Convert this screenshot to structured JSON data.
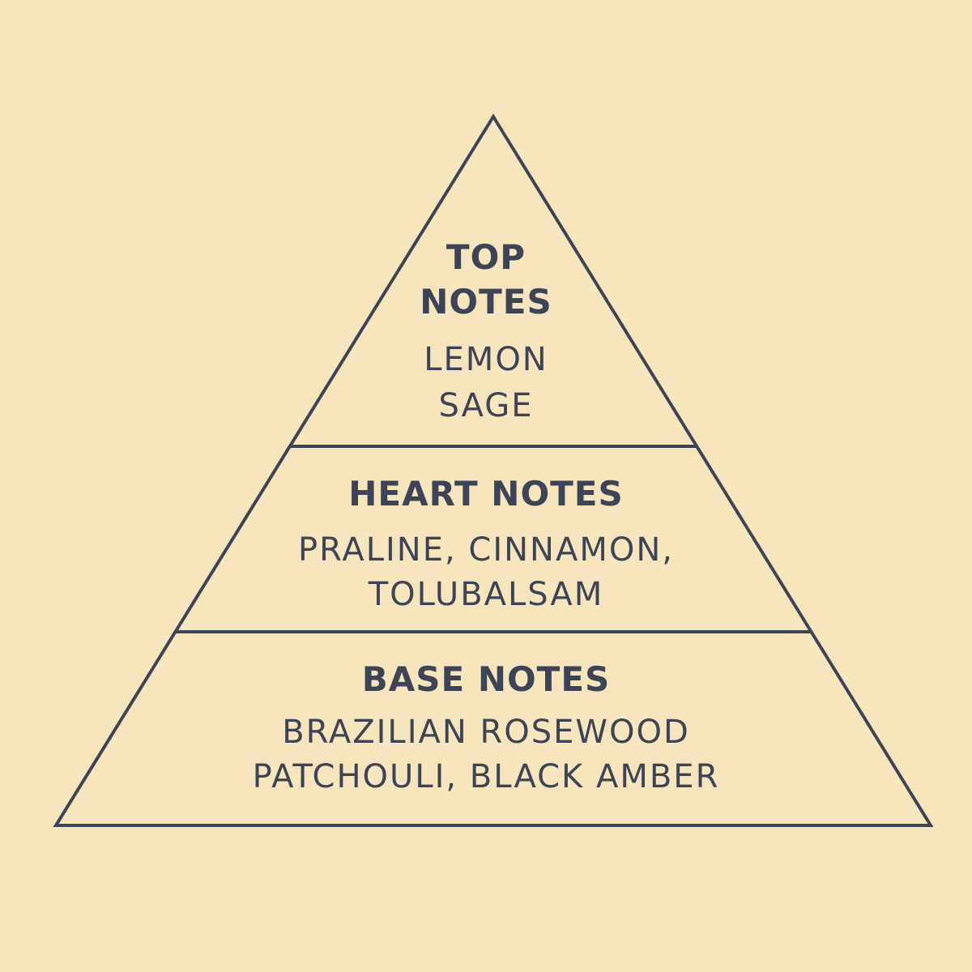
{
  "colors": {
    "background": "#f6e5bd",
    "line": "#3d4455",
    "text": "#3d4455"
  },
  "tiers": {
    "top": {
      "heading_line1": "TOP",
      "heading_line2": "NOTES",
      "notes_line1": "LEMON",
      "notes_line2": "SAGE"
    },
    "heart": {
      "heading": "HEART NOTES",
      "notes_line1": "PRALINE, CINNAMON,",
      "notes_line2": "TOLUBALSAM"
    },
    "base": {
      "heading": "BASE NOTES",
      "notes_line1": "BRAZILIAN ROSEWOOD",
      "notes_line2": "PATCHOULI, BLACK AMBER"
    }
  }
}
